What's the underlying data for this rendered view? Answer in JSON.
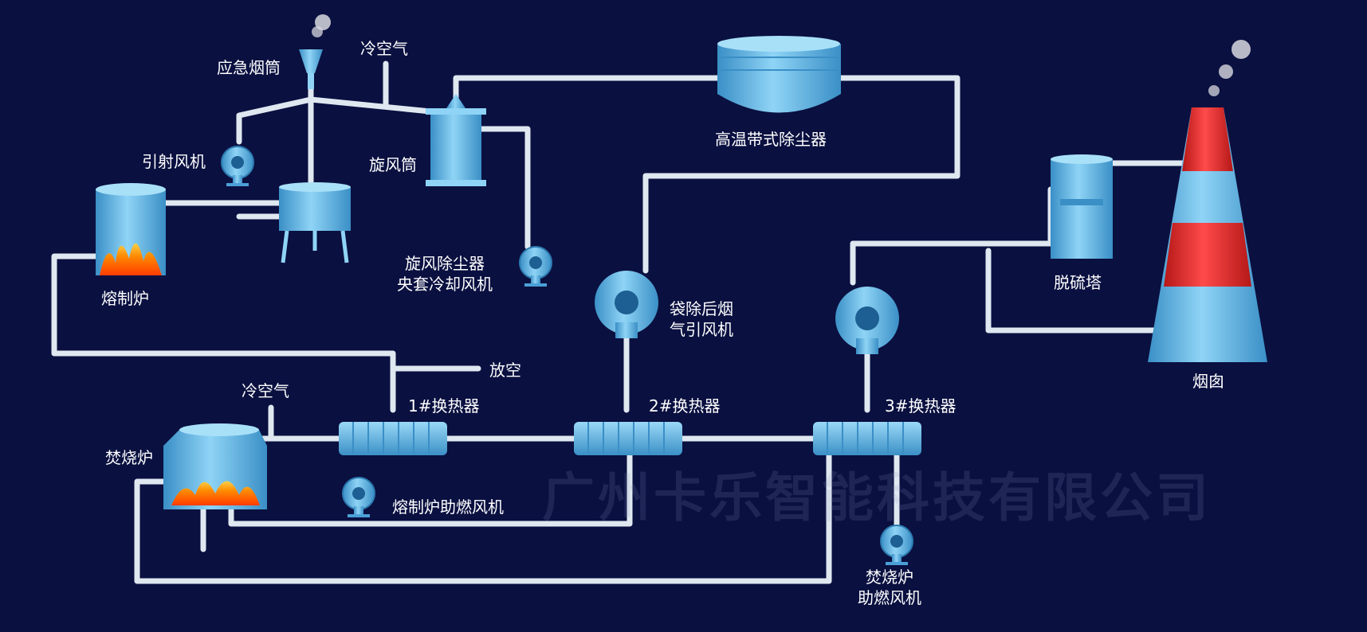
{
  "labels": {
    "emergency_stack": "应急烟筒",
    "cold_air_top": "冷空气",
    "ejector_fan": "引射风机",
    "cyclone_tube": "旋风筒",
    "melting_furnace": "熔制炉",
    "cyclone_cooling_fan_line1": "旋风除尘器",
    "cyclone_cooling_fan_line2": "央套冷却风机",
    "bag_filter": "高温带式除尘器",
    "bag_fan_line1": "袋除后烟",
    "bag_fan_line2": "气引风机",
    "desulfurization_tower": "脱硫塔",
    "chimney": "烟囱",
    "vent": "放空",
    "cold_air_bottom": "冷空气",
    "hx1": "1#换热器",
    "hx2": "2#换热器",
    "hx3": "3#换热器",
    "incinerator": "焚烧炉",
    "melting_combustion_fan": "熔制炉助燃风机",
    "incinerator_fan_line1": "焚烧炉",
    "incinerator_fan_line2": "助燃风机"
  },
  "watermark": "广州卡乐智能科技有限公司",
  "colors": {
    "background": "#0a1040",
    "equipment": "#6fc3ee",
    "pipe": "#dfe8f0",
    "chimney_red": "#e02a2a",
    "flame": "#ff6a00"
  }
}
